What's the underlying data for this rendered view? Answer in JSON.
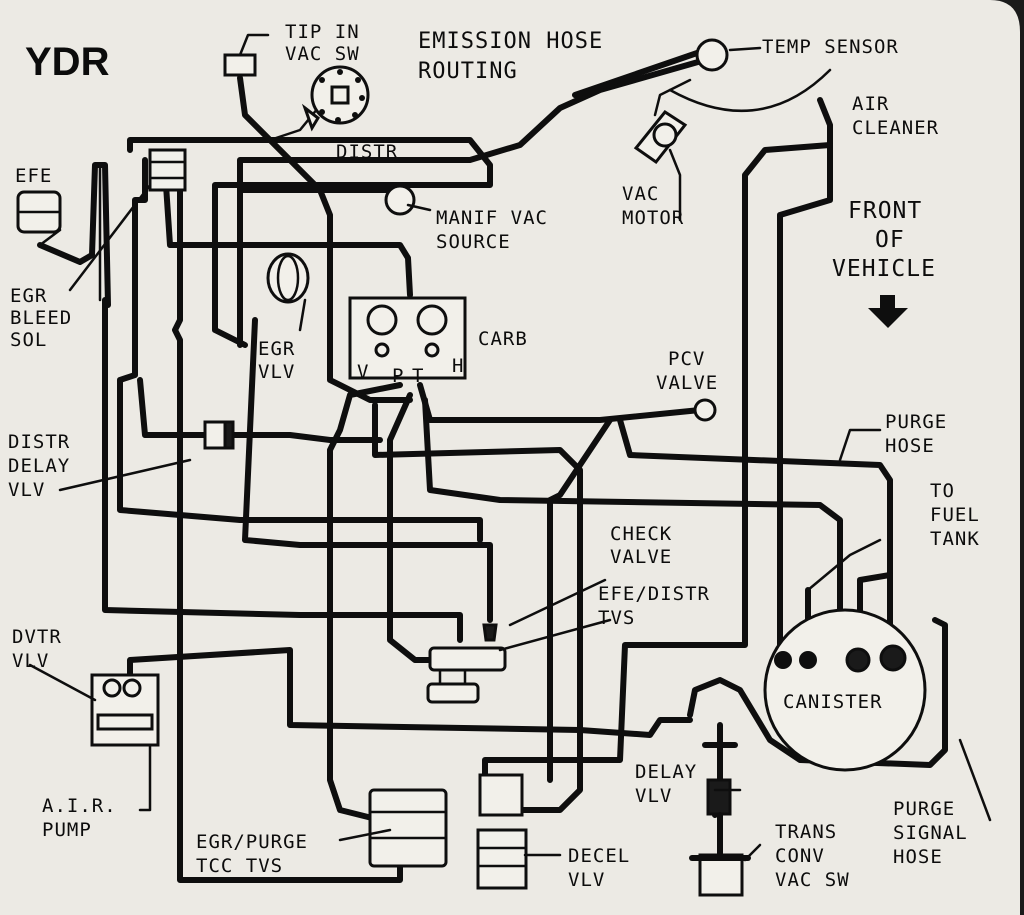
{
  "diagram_code": "YDR",
  "title": [
    "EMISSION HOSE",
    "ROUTING"
  ],
  "front": {
    "lines": [
      "FRONT",
      "OF",
      "VEHICLE"
    ]
  },
  "labels": {
    "tip_in_vac_sw": [
      "TIP IN",
      "VAC SW"
    ],
    "distr": "DISTR",
    "temp_sensor": "TEMP SENSOR",
    "air_cleaner": [
      "AIR",
      "CLEANER"
    ],
    "vac_motor": [
      "VAC",
      "MOTOR"
    ],
    "manif_vac_source": [
      "MANIF VAC",
      "SOURCE"
    ],
    "efe": "EFE",
    "egr_bleed_sol": [
      "EGR",
      "BLEED",
      "SOL"
    ],
    "egr_vlv": [
      "EGR",
      "VLV"
    ],
    "carb": "CARB",
    "carb_ports": [
      "V",
      "P",
      "T",
      "H"
    ],
    "pcv_valve": [
      "PCV",
      "VALVE"
    ],
    "purge_hose": [
      "PURGE",
      "HOSE"
    ],
    "to_fuel_tank": [
      "TO",
      "FUEL",
      "TANK"
    ],
    "distr_delay_vlv": [
      "DISTR",
      "DELAY",
      "VLV"
    ],
    "check_valve": [
      "CHECK",
      "VALVE"
    ],
    "efe_distr_tvs": [
      "EFE/DISTR",
      "TVS"
    ],
    "dvtr_vlv": [
      "DVTR",
      "VLV"
    ],
    "canister": "CANISTER",
    "air_pump": [
      "A.I.R.",
      "PUMP"
    ],
    "delay_vlv": [
      "DELAY",
      "VLV"
    ],
    "egr_purge_tcc_tvs": [
      "EGR/PURGE",
      "TCC TVS"
    ],
    "decel_vlv": [
      "DECEL",
      "VLV"
    ],
    "trans_conv_vac_sw": [
      "TRANS",
      "CONV",
      "VAC SW"
    ],
    "purge_signal_hose": [
      "PURGE",
      "SIGNAL",
      "HOSE"
    ]
  },
  "colors": {
    "paper": "#eceae4",
    "ink": "#0e0e0e",
    "frame": "#1a1a1a"
  }
}
